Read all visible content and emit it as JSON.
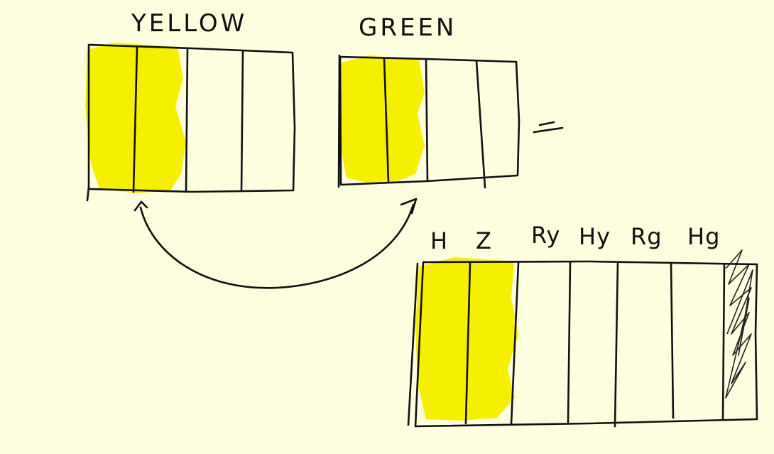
{
  "tables": {
    "yellow": {
      "title": "YELLOW"
    },
    "green": {
      "title": "GREEN"
    }
  },
  "equals_sign": "=",
  "result": {
    "columns": [
      "H",
      "Z",
      "Ry",
      "Hy",
      "Rg",
      "Hg"
    ]
  },
  "colors": {
    "background": "#fdfde0",
    "highlight": "#f5f000",
    "ink": "#111111"
  }
}
